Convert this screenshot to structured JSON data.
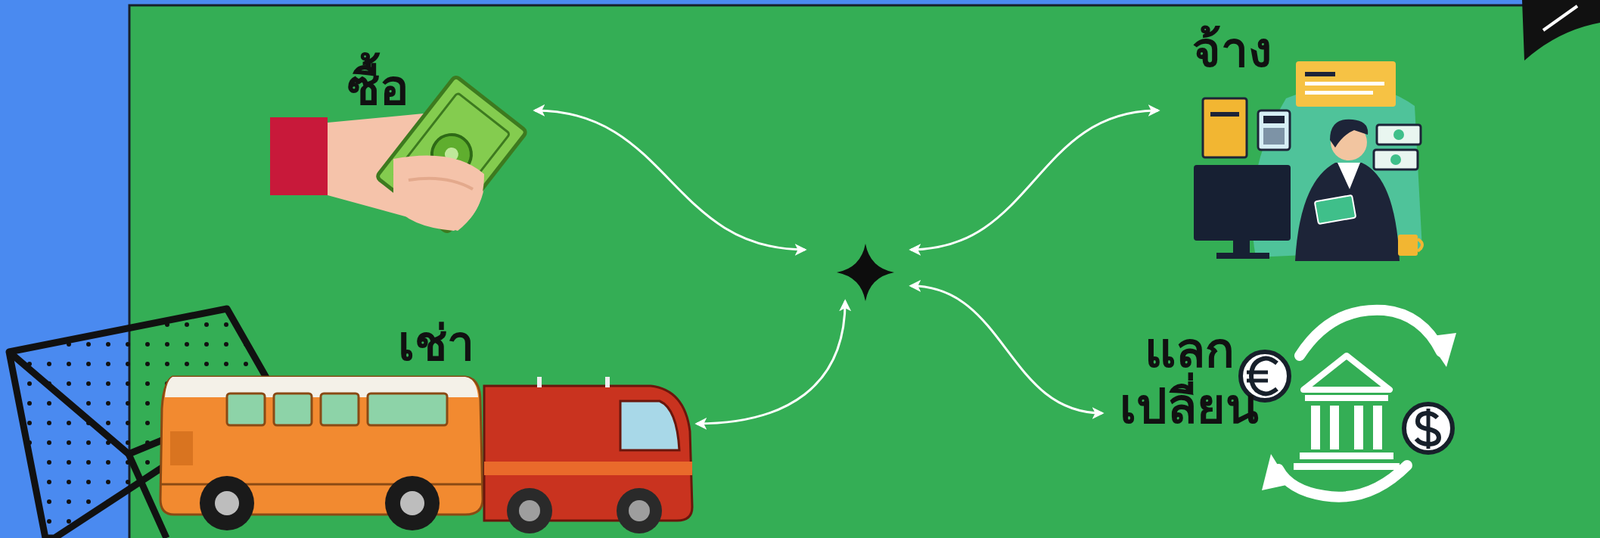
{
  "diagram": {
    "nodes": [
      {
        "text": [
          "ซื้อ"
        ]
      },
      {
        "text": [
          "จ้าง"
        ]
      },
      {
        "text": []
      },
      {
        "text": [
          "เช่า"
        ]
      },
      {
        "text": [
          "แลก เปลี่ยน"
        ]
      }
    ],
    "edges": [
      {
        "from": 2,
        "to": 0,
        "arrow": "both"
      },
      {
        "from": 2,
        "to": 1,
        "arrow": "both"
      },
      {
        "from": 2,
        "to": 3,
        "arrow": "both"
      },
      {
        "from": 2,
        "to": 4,
        "arrow": "both"
      }
    ]
  }
}
